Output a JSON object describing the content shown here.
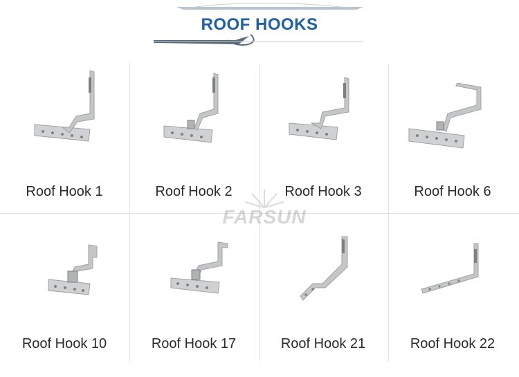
{
  "header": {
    "title": "ROOF HOOKS"
  },
  "watermark": {
    "text": "FARSUN"
  },
  "products": [
    {
      "label": "Roof Hook 1"
    },
    {
      "label": "Roof Hook 2"
    },
    {
      "label": "Roof Hook 3"
    },
    {
      "label": "Roof Hook 6"
    },
    {
      "label": "Roof Hook 10"
    },
    {
      "label": "Roof Hook 17"
    },
    {
      "label": "Roof Hook 21"
    },
    {
      "label": "Roof Hook 22"
    }
  ],
  "colors": {
    "title": "#1f5fa6",
    "metal": "#c9cbcc",
    "metal_dark": "#9ea1a3"
  }
}
